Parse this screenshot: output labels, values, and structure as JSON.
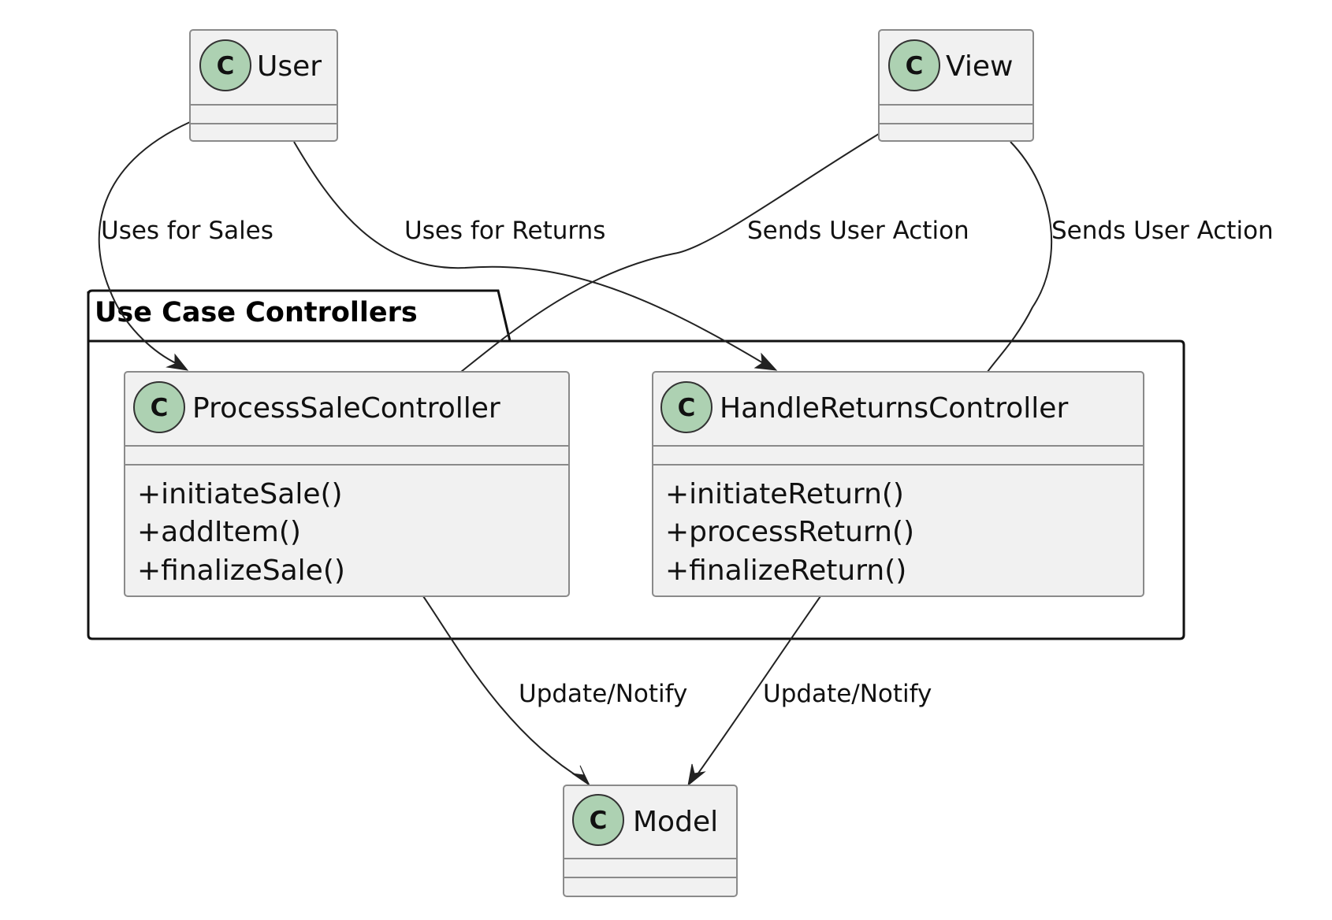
{
  "package": {
    "title": "Use Case Controllers"
  },
  "classes": {
    "user": {
      "badge": "C",
      "name": "User"
    },
    "view": {
      "badge": "C",
      "name": "View"
    },
    "process_sale": {
      "badge": "C",
      "name": "ProcessSaleController",
      "methods": [
        "+initiateSale()",
        "+addItem()",
        "+finalizeSale()"
      ]
    },
    "handle_returns": {
      "badge": "C",
      "name": "HandleReturnsController",
      "methods": [
        "+initiateReturn()",
        "+processReturn()",
        "+finalizeReturn()"
      ]
    },
    "model": {
      "badge": "C",
      "name": "Model"
    }
  },
  "edges": {
    "user_sales": "Uses for Sales",
    "user_returns": "Uses for Returns",
    "view_sale": "Sends User Action",
    "view_returns": "Sends User Action",
    "sale_model": "Update/Notify",
    "returns_model": "Update/Notify"
  },
  "colors": {
    "class_fill": "#f1f1f1",
    "class_border": "#8a8a8a",
    "badge_fill": "#add1b2"
  }
}
